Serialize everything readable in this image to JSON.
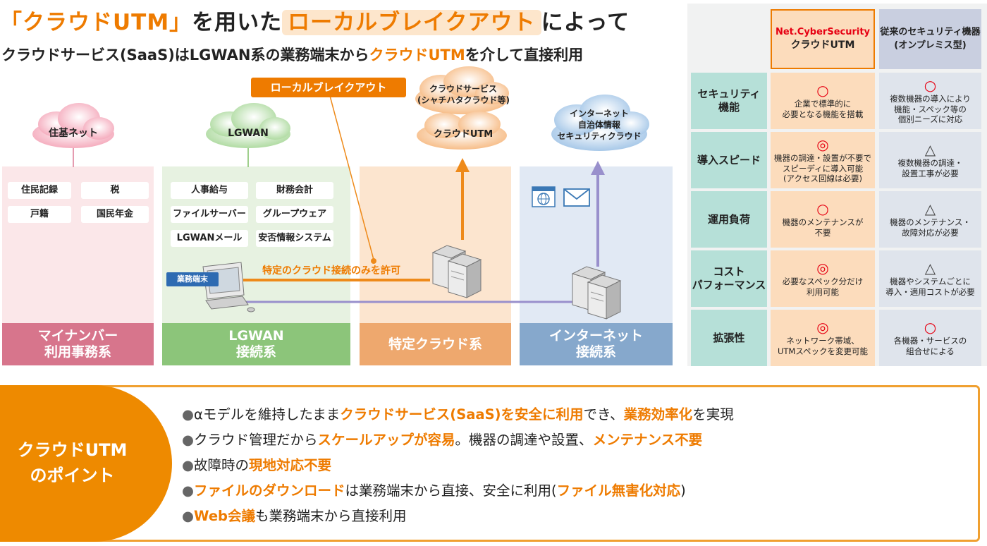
{
  "headline": {
    "part1": "「クラウドUTM」",
    "part2": "を用いた",
    "part3": "ローカルブレイクアウト",
    "part4": "によって"
  },
  "subhead": {
    "part1": "クラウドサービス(SaaS)はLGWAN系の業務端末から",
    "part2": "クラウドUTM",
    "part3": "を介して直接利用"
  },
  "colors": {
    "accent": "#ee7b00",
    "pink_zone": "#fbe7e9",
    "pink_foot": "#d7758c",
    "green_zone": "#e7f2e1",
    "green_foot": "#8cc57a",
    "orange_zone": "#fce5cf",
    "orange_foot": "#eea86e",
    "blue_zone": "#e1e9f4",
    "blue_foot": "#86a8cc",
    "purple_line": "#9990cc"
  },
  "zones": [
    {
      "footer_line1": "マイナンバー",
      "footer_line2": "利用事務系",
      "chips": [
        "住民記録",
        "税",
        "戸籍",
        "国民年金"
      ]
    },
    {
      "footer_line1": "LGWAN",
      "footer_line2": "接続系",
      "chips": [
        "人事給与",
        "財務会計",
        "ファイルサーバー",
        "グループウェア",
        "LGWANメール",
        "安否情報システム"
      ]
    },
    {
      "footer_line1": "特定クラウド系",
      "footer_line2": ""
    },
    {
      "footer_line1": "インターネット",
      "footer_line2": "接続系"
    }
  ],
  "clouds": {
    "juki": "住基ネット",
    "lgwan": "LGWAN",
    "service_line1": "クラウドサービス",
    "service_line2": "(シャチハタクラウド等)",
    "service_utm": "クラウドUTM",
    "internet_line1": "インターネット",
    "internet_line2": "自治体情報",
    "internet_line3": "セキュリティクラウド"
  },
  "labels": {
    "local_breakout": "ローカルブレイクアウト",
    "terminal": "業務端末",
    "allow_only": "特定のクラウド接続のみを許可"
  },
  "icons": [
    "browser-globe-icon",
    "mail-envelope-icon",
    "server-icon",
    "pc-terminal-icon"
  ],
  "table": {
    "col_a_brand": "Net.CyberSecurity",
    "col_a_title": "クラウドUTM",
    "col_b_line1": "従来のセキュリティ機器",
    "col_b_line2": "(オンプレミス型)",
    "rows": [
      {
        "head1": "セキュリティ",
        "head2": "機能",
        "a_mark": "○",
        "a1": "企業で標準的に",
        "a2": "必要となる機能を搭載",
        "a3": "",
        "b_mark": "○",
        "b1": "複数機器の導入により",
        "b2": "機能・スペック等の",
        "b3": "個別ニーズに対応"
      },
      {
        "head1": "導入スピード",
        "head2": "",
        "a_mark": "◎",
        "a1": "機器の調達・設置が不要で",
        "a2": "スピーディに導入可能",
        "a3": "(アクセス回線は必要)",
        "b_mark": "△",
        "b1": "複数機器の調達・",
        "b2": "設置工事が必要",
        "b3": ""
      },
      {
        "head1": "運用負荷",
        "head2": "",
        "a_mark": "○",
        "a1": "機器のメンテナンスが",
        "a2": "不要",
        "a3": "",
        "b_mark": "△",
        "b1": "機器のメンテナンス・",
        "b2": "故障対応が必要",
        "b3": ""
      },
      {
        "head1": "コスト",
        "head2": "パフォーマンス",
        "a_mark": "◎",
        "a1": "必要なスペック分だけ",
        "a2": "利用可能",
        "a3": "",
        "b_mark": "△",
        "b1": "機器やシステムごとに",
        "b2": "導入・適用コストが必要",
        "b3": ""
      },
      {
        "head1": "拡張性",
        "head2": "",
        "a_mark": "◎",
        "a1": "ネットワーク帯域、",
        "a2": "UTMスペックを変更可能",
        "a3": "",
        "b_mark": "○",
        "b1": "各機器・サービスの",
        "b2": "組合せによる",
        "b3": ""
      }
    ]
  },
  "points": {
    "badge_line1": "クラウドUTM",
    "badge_line2": "のポイント",
    "bullets": [
      {
        "p1": "αモデルを維持したまま",
        "o1": "クラウドサービス(SaaS)を安全に利用",
        "p2": "でき、",
        "o2": "業務効率化",
        "p3": "を実現"
      },
      {
        "p1": "クラウド管理だから",
        "o1": "スケールアップが容易",
        "p2": "。機器の調達や設置、",
        "o2": "メンテナンス不要",
        "p3": ""
      },
      {
        "p1": "故障時の",
        "o1": "現地対応不要",
        "p2": "",
        "o2": "",
        "p3": ""
      },
      {
        "p1": "",
        "o1": "ファイルのダウンロード",
        "p2": "は業務端末から直接、安全に利用(",
        "o2": "ファイル無害化対応",
        "p3": ")"
      },
      {
        "p1": "",
        "o1": "Web会議",
        "p2": "も業務端末から直接利用",
        "o2": "",
        "p3": ""
      }
    ]
  }
}
